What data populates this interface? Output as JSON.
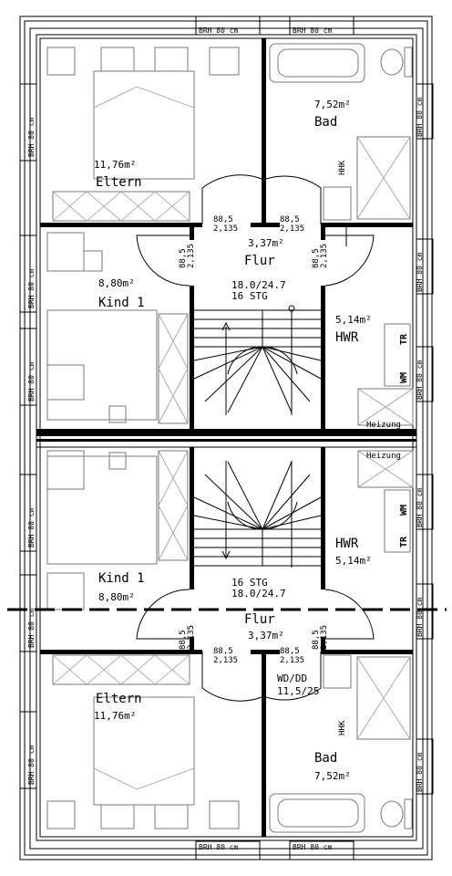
{
  "rooms": {
    "bad_top": {
      "name": "Bad",
      "area": "7,52m²"
    },
    "eltern_top": {
      "name": "Eltern",
      "area": "11,76m²"
    },
    "flur_top": {
      "name": "Flur",
      "area": "3,37m²"
    },
    "kind_top": {
      "name": "Kind 1",
      "area": "8,80m²"
    },
    "hwr_top": {
      "name": "HWR",
      "area": "5,14m²"
    },
    "kind_bottom": {
      "name": "Kind 1",
      "area": "8,80m²"
    },
    "hwr_bottom": {
      "name": "HWR",
      "area": "5,14m²"
    },
    "flur_bottom": {
      "name": "Flur",
      "area": "3,37m²"
    },
    "eltern_bottom": {
      "name": "Eltern",
      "area": "11,76m²"
    },
    "bad_bottom": {
      "name": "Bad",
      "area": "7,52m²"
    }
  },
  "stairs": {
    "top": {
      "steps": "16 STG",
      "ratio": "18.0/24.7"
    },
    "bottom": {
      "steps": "16 STG",
      "ratio": "18.0/24.7"
    }
  },
  "doors": {
    "width": "88,5",
    "height": "2,135"
  },
  "window_label": "BRH 80 cm",
  "equipment": {
    "wm": "WM",
    "tr": "TR",
    "heizung": "Heizung",
    "hhk": "HHK",
    "wd_dd": "WD/DD",
    "wd_dd_size": "11,5/25"
  }
}
